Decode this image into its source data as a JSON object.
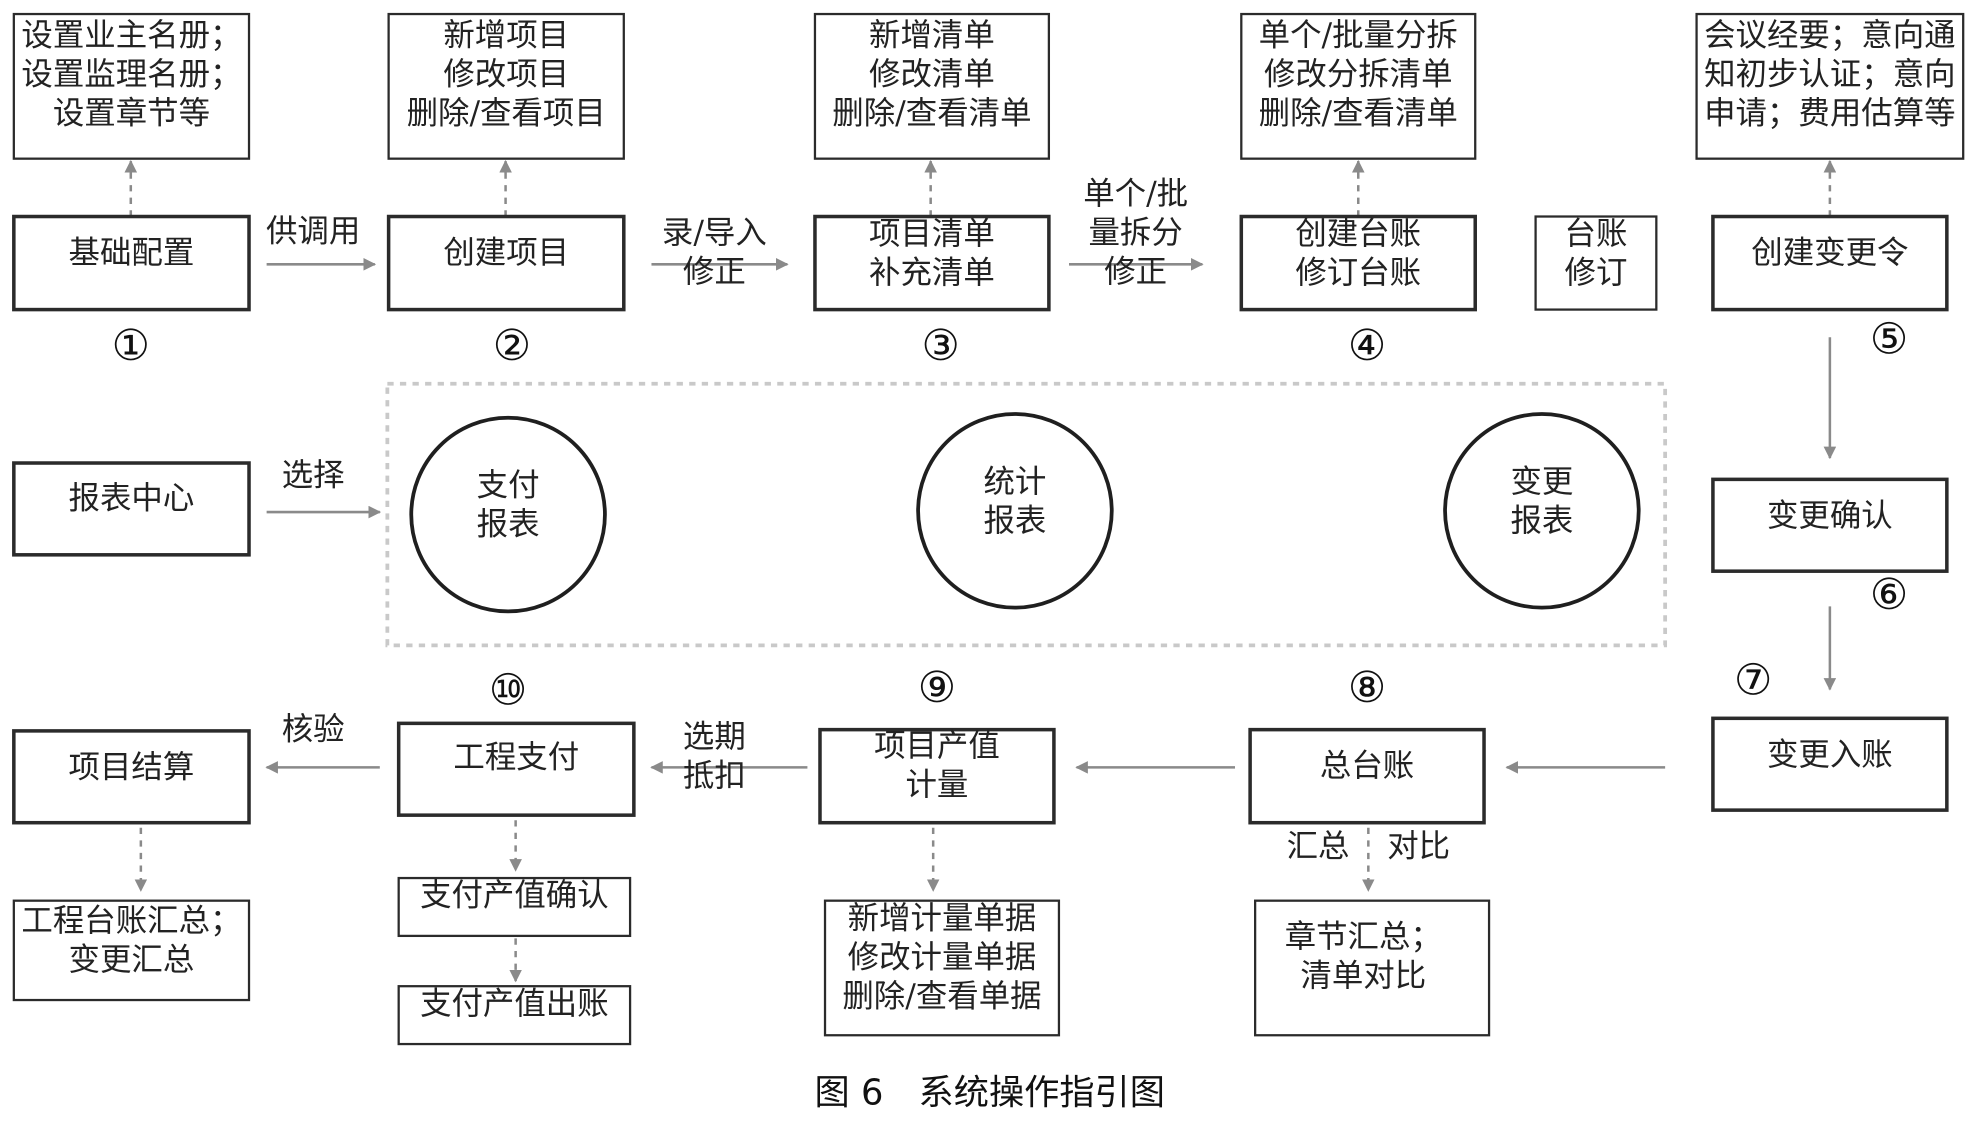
{
  "caption": "图 6　系统操作指引图",
  "top_row": {
    "n1": {
      "num": "①",
      "main": [
        "基础配置"
      ],
      "detail": [
        "设置业主名册；",
        "设置监理名册；",
        "设置章节等"
      ]
    },
    "n2": {
      "num": "②",
      "main": [
        "创建项目"
      ],
      "detail": [
        "新增项目",
        "修改项目",
        "删除/查看项目"
      ]
    },
    "n3": {
      "num": "③",
      "main": [
        "项目清单",
        "补充清单"
      ],
      "detail": [
        "新增清单",
        "修改清单",
        "删除/查看清单"
      ]
    },
    "n4": {
      "num": "④",
      "main": [
        "创建台账",
        "修订台账"
      ],
      "detail": [
        "单个/批量分拆",
        "修改分拆清单",
        "删除/查看清单"
      ]
    },
    "side": [
      "台账",
      "修订"
    ],
    "n5": {
      "num": "⑤",
      "main": [
        "创建变更令"
      ],
      "detail": [
        "会议经要；意向通",
        "知初步认证；意向",
        "申请；费用估算等"
      ]
    }
  },
  "edges_top": {
    "e12": [
      "供调用"
    ],
    "e23": [
      "录/导入",
      "修正"
    ],
    "e34": [
      "单个/批",
      "量拆分",
      "修正"
    ]
  },
  "middle": {
    "report_center": [
      "报表中心"
    ],
    "choose": [
      "选择"
    ],
    "circles": [
      [
        "支付",
        "报表"
      ],
      [
        "统计",
        "报表"
      ],
      [
        "变更",
        "报表"
      ]
    ]
  },
  "right_col": {
    "n6": {
      "num": "⑥",
      "main": [
        "变更确认"
      ]
    },
    "n7": {
      "num": "⑦",
      "main": [
        "变更入账"
      ]
    }
  },
  "bottom_row": {
    "settlement": {
      "main": [
        "项目结算"
      ],
      "detail": [
        "工程台账汇总；",
        "变更汇总"
      ]
    },
    "n10": {
      "num": "⑩",
      "main": [
        "工程支付"
      ],
      "detail1": [
        "支付产值确认"
      ],
      "detail2": [
        "支付产值出账"
      ]
    },
    "n9": {
      "num": "⑨",
      "main": [
        "项目产值",
        "计量"
      ],
      "detail": [
        "新增计量单据",
        "修改计量单据",
        "删除/查看单据"
      ]
    },
    "n8": {
      "num": "⑧",
      "main": [
        "总台账"
      ],
      "detail": [
        "章节汇总；",
        "清单对比"
      ]
    }
  },
  "edges_bottom": {
    "verify": [
      "核验"
    ],
    "select_period": [
      "选期",
      "抵扣"
    ],
    "summary": [
      "汇总"
    ],
    "compare": [
      "对比"
    ]
  }
}
